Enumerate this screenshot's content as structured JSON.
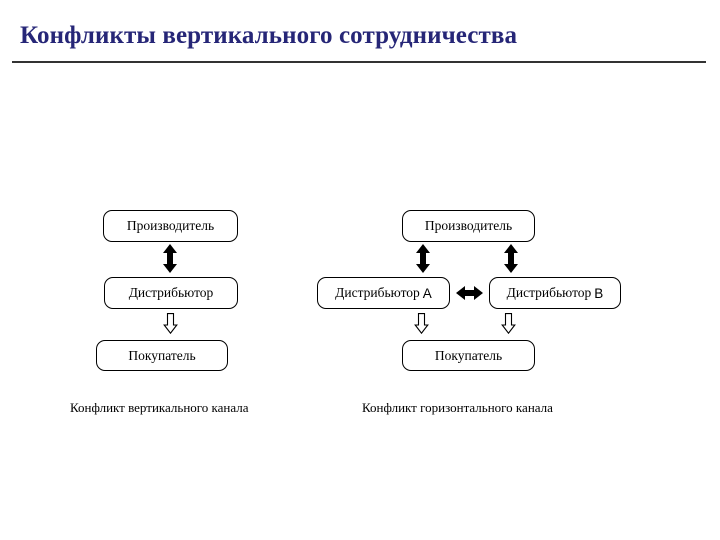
{
  "slide": {
    "title": "Конфликты вертикального сотрудничества",
    "title_color": "#262677",
    "rule_color": "#333333",
    "background": "#ffffff"
  },
  "diagrams": [
    {
      "id": "vertical-conflict",
      "caption": "Конфликт вертикального канала",
      "nodes": [
        {
          "id": "producer-left",
          "label": "Производитель"
        },
        {
          "id": "distributor-left",
          "label": "Дистрибьютор"
        },
        {
          "id": "buyer-left",
          "label": "Покупатель"
        }
      ],
      "connectors": [
        {
          "id": "producer-distributor-left",
          "style": "solid-double-vertical"
        },
        {
          "id": "distributor-buyer-left",
          "style": "hollow-down"
        }
      ]
    },
    {
      "id": "horizontal-conflict",
      "caption": "Конфликт горизонтального канала",
      "nodes": [
        {
          "id": "producer-right",
          "label": "Производитель"
        },
        {
          "id": "distributor-a",
          "label": "Дистрибьютор",
          "suffix": "A"
        },
        {
          "id": "distributor-b",
          "label": "Дистрибьютор",
          "suffix": "B"
        },
        {
          "id": "buyer-right",
          "label": "Покупатель"
        }
      ],
      "connectors": [
        {
          "id": "producer-distributor-a",
          "style": "solid-double-vertical"
        },
        {
          "id": "producer-distributor-b",
          "style": "solid-double-vertical"
        },
        {
          "id": "distributor-a-b",
          "style": "solid-double-horizontal"
        },
        {
          "id": "distributor-a-buyer",
          "style": "hollow-down"
        },
        {
          "id": "distributor-b-buyer",
          "style": "hollow-down"
        }
      ]
    }
  ]
}
